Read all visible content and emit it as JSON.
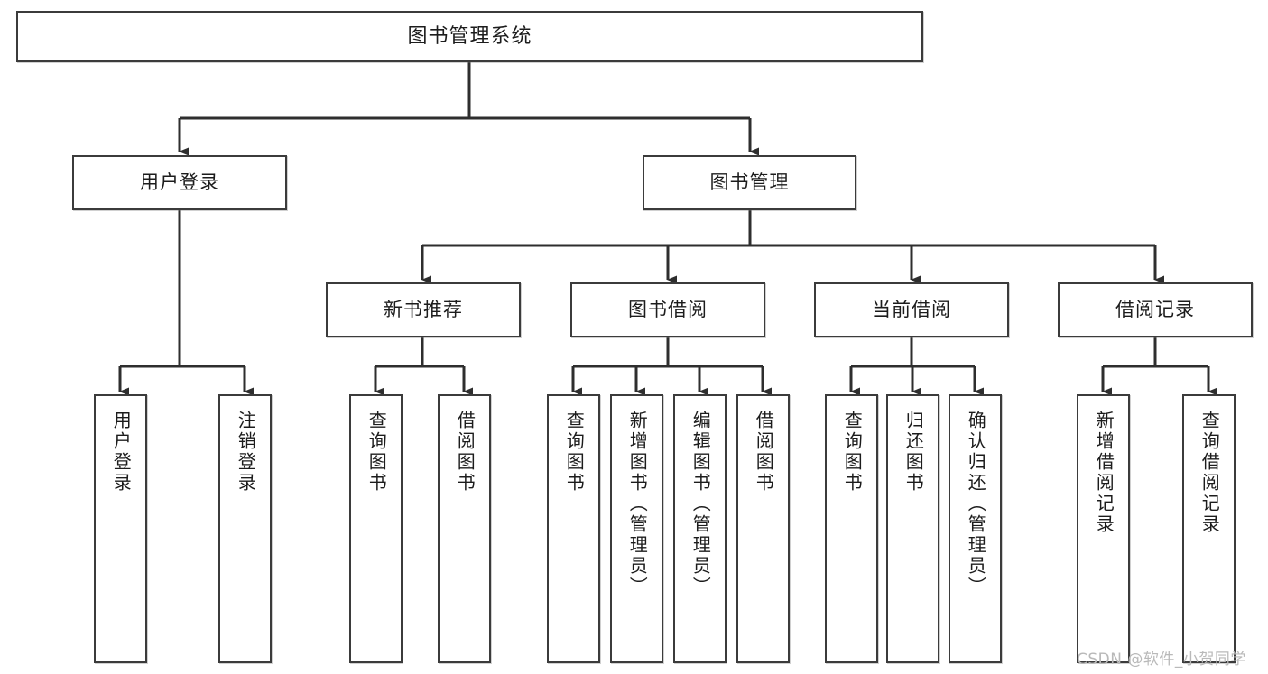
{
  "diagram": {
    "title": "图书管理系统",
    "type": "functional-structure-tree",
    "watermark": "CSDN @软件_小贺同学",
    "colors": {
      "background": "#ffffff",
      "box_border": "#3b3b3b",
      "box_fill": "#ffffff",
      "connector": "#2e2e2e",
      "text": "#1c1c1c",
      "watermark": "#b9b9b9"
    },
    "root": {
      "id": "root",
      "label": "图书管理系统"
    },
    "level2": [
      {
        "id": "user-login",
        "label": "用户登录"
      },
      {
        "id": "book-manage",
        "label": "图书管理"
      }
    ],
    "level3": [
      {
        "id": "new-book-rec",
        "label": "新书推荐",
        "parent": "book-manage"
      },
      {
        "id": "book-borrow",
        "label": "图书借阅",
        "parent": "book-manage"
      },
      {
        "id": "current-borrow",
        "label": "当前借阅",
        "parent": "book-manage"
      },
      {
        "id": "borrow-record",
        "label": "借阅记录",
        "parent": "book-manage"
      }
    ],
    "leaves": [
      {
        "id": "leaf-user-login",
        "label": "用户登录",
        "parent": "user-login"
      },
      {
        "id": "leaf-logout",
        "label": "注销登录",
        "parent": "user-login"
      },
      {
        "id": "leaf-query-book-1",
        "label": "查询图书",
        "parent": "new-book-rec"
      },
      {
        "id": "leaf-borrow-book-1",
        "label": "借阅图书",
        "parent": "new-book-rec"
      },
      {
        "id": "leaf-query-book-2",
        "label": "查询图书",
        "parent": "book-borrow"
      },
      {
        "id": "leaf-add-book",
        "label": "新增图书（管理员）",
        "parent": "book-borrow"
      },
      {
        "id": "leaf-edit-book",
        "label": "编辑图书（管理员）",
        "parent": "book-borrow"
      },
      {
        "id": "leaf-borrow-book-2",
        "label": "借阅图书",
        "parent": "book-borrow"
      },
      {
        "id": "leaf-query-book-3",
        "label": "查询图书",
        "parent": "current-borrow"
      },
      {
        "id": "leaf-return-book",
        "label": "归还图书",
        "parent": "current-borrow"
      },
      {
        "id": "leaf-confirm-return",
        "label": "确认归还（管理员）",
        "parent": "current-borrow"
      },
      {
        "id": "leaf-add-record",
        "label": "新增借阅记录",
        "parent": "borrow-record"
      },
      {
        "id": "leaf-query-record",
        "label": "查询借阅记录",
        "parent": "borrow-record"
      }
    ]
  }
}
